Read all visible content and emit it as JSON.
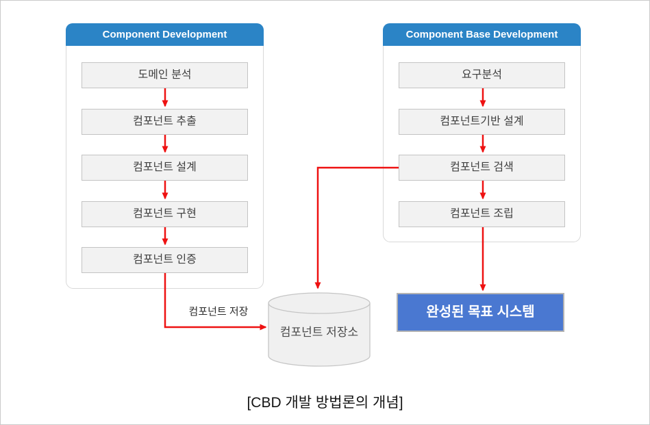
{
  "caption": "[CBD 개발 방법론의 개념]",
  "left_panel": {
    "title": "Component Development",
    "steps": [
      "도메인 분석",
      "컴포넌트 추출",
      "컴포넌트 설계",
      "컴포넌트 구현",
      "컴포넌트 인증"
    ]
  },
  "right_panel": {
    "title": "Component Base Development",
    "steps": [
      "요구분석",
      "컴포넌트기반 설계",
      "컴포넌트 검색",
      "컴포넌트 조립"
    ]
  },
  "repository": {
    "label": "컴포넌트 저장소"
  },
  "flows": {
    "store_label": "컴포넌트 저장"
  },
  "target_system": {
    "label": "완성된 목표 시스템"
  },
  "colors": {
    "header_blue": "#2b84c6",
    "target_blue": "#4a78d1",
    "arrow_red": "#ee1111",
    "box_fill": "#f2f2f2",
    "box_border": "#c3c3c3",
    "panel_border": "#d8d8d8",
    "cylinder_fill": "#f0f0f0",
    "cylinder_border": "#c5c5c5",
    "text_dark": "#3f3f3f"
  }
}
